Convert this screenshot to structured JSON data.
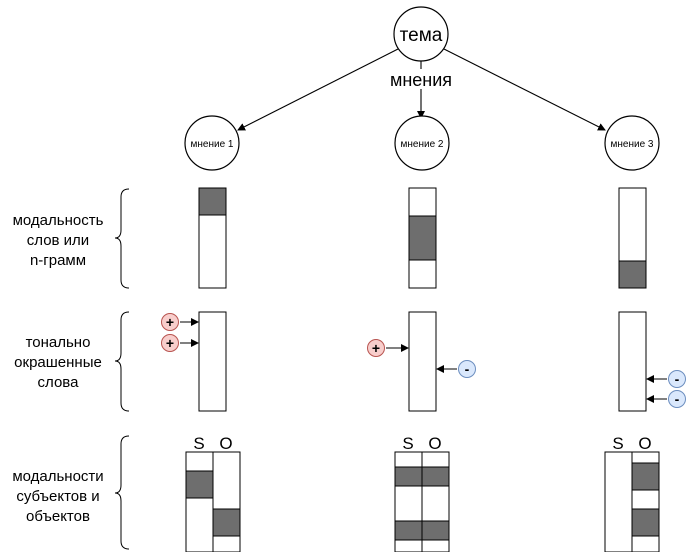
{
  "root": {
    "label": "тема"
  },
  "edge_label": "мнения",
  "opinions": [
    {
      "label": "мнение 1"
    },
    {
      "label": "мнение 2"
    },
    {
      "label": "мнение 3"
    }
  ],
  "rows": [
    {
      "label_lines": [
        "модальность",
        "слов или",
        "n-грамм"
      ]
    },
    {
      "label_lines": [
        "тонально",
        "окрашенные",
        "слова"
      ]
    },
    {
      "label_lines": [
        "модальности",
        "субъектов и",
        "объектов"
      ]
    }
  ],
  "subject_label": "S",
  "object_label": "O",
  "markers": {
    "positive": "+",
    "negative": "-"
  },
  "colors": {
    "fill_dark": "#6e6e6e",
    "positive_fill": "#f8cecc",
    "positive_stroke": "#b85450",
    "negative_fill": "#dae8fc",
    "negative_stroke": "#6c8ebf"
  }
}
